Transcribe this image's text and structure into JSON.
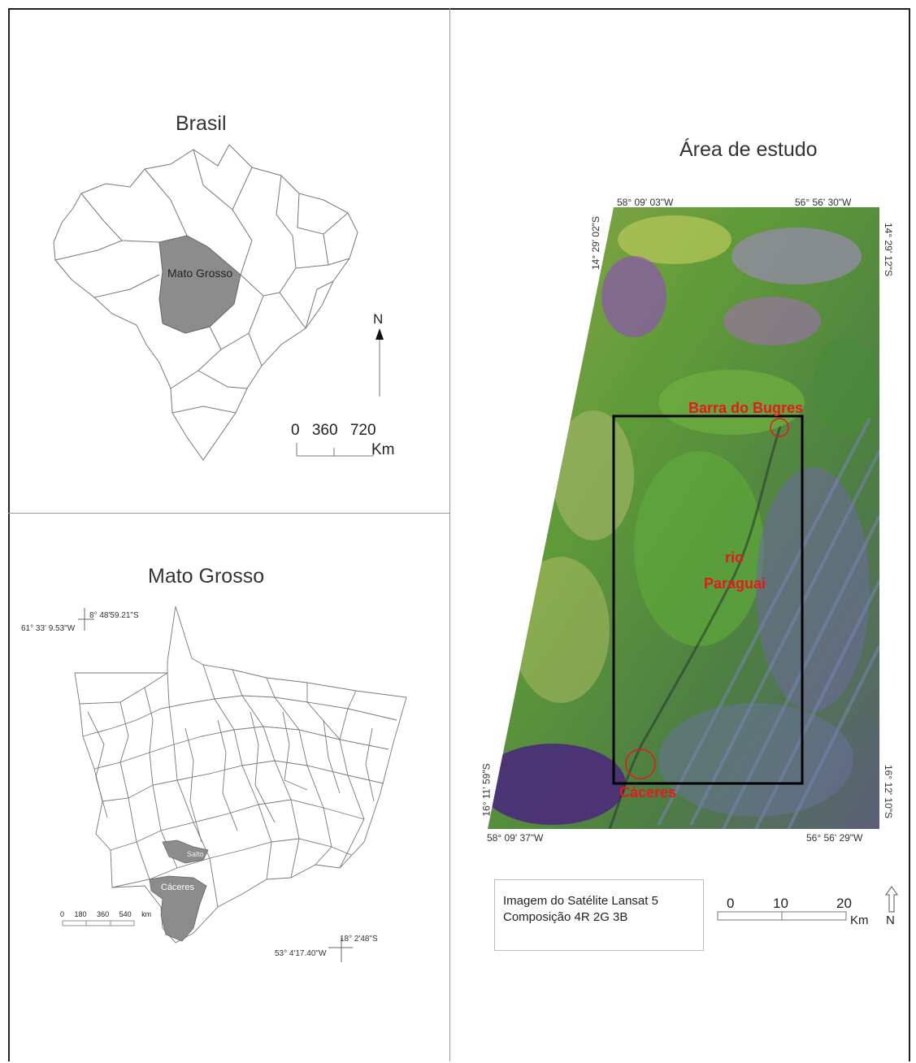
{
  "brasil_panel": {
    "title": "Brasil",
    "region_label": "Mato Grosso",
    "north_label": "N",
    "scale_ticks": [
      "0",
      "360",
      "720"
    ],
    "scale_unit": "Km"
  },
  "mt_panel": {
    "title": "Mato Grosso",
    "coord_top_lat": "8° 48'59.21\"S",
    "coord_top_lon": "61° 33' 9.53\"W",
    "coord_bottom_lat": "18° 2'48\"S",
    "coord_bottom_lon": "53° 4'17.40\"W",
    "scale_ticks": [
      "0",
      "180",
      "360",
      "540"
    ],
    "scale_unit": "km",
    "highlight_labels": [
      "Salto",
      "Cáceres"
    ]
  },
  "study_panel": {
    "title": "Área de estudo",
    "coord_top_left": "58° 09' 03\"W",
    "coord_top_right": "56° 56' 30\"W",
    "coord_left_top": "14° 29' 02\"S",
    "coord_right_top": "14° 29' 12\"S",
    "coord_left_bottom": "16° 11' 59\"S",
    "coord_right_bottom": "16° 12' 10\"S",
    "coord_bottom_left": "58° 09' 37\"W",
    "coord_bottom_right": "56° 56' 29\"W",
    "labels": {
      "barra": "Barra  do Bugres",
      "rio_line1": "rio",
      "rio_line2": "Paraguai",
      "caceres": "Cáceres"
    },
    "legend_line1": "Imagem do Satélite Lansat 5",
    "legend_line2": "Composição 4R 2G 3B",
    "scale_ticks": [
      "0",
      "10",
      "20"
    ],
    "scale_unit": "Km",
    "north_label": "N"
  },
  "colors": {
    "highlight_gray": "#8c8c8c",
    "label_red": "#e41a1c",
    "satellite_green": "#6fa63a",
    "satellite_purple": "#7a5a9a"
  }
}
